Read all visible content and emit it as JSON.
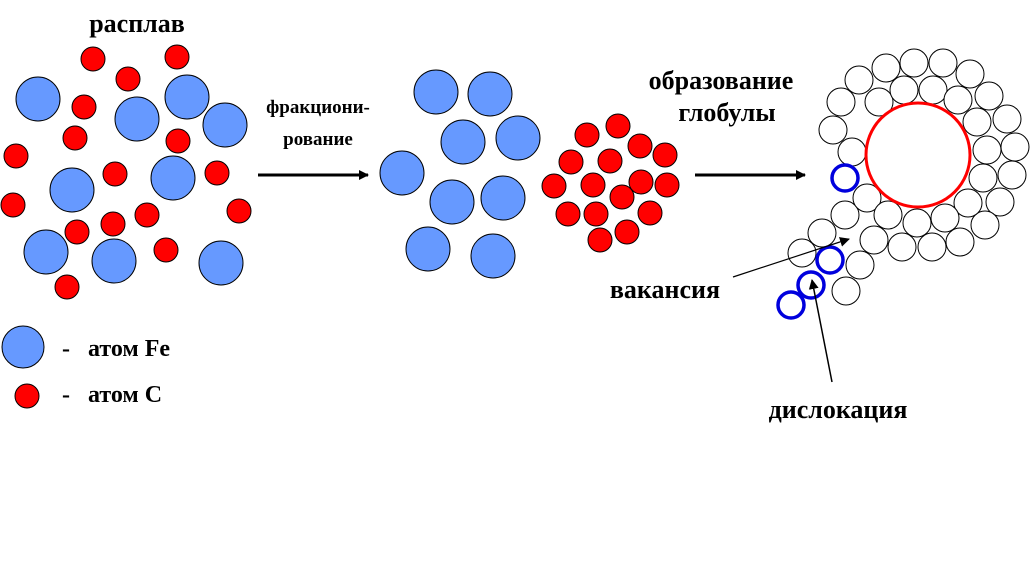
{
  "labels": {
    "melt": "расплав",
    "fractionation_line1": "фракциони-",
    "fractionation_line2": "рование",
    "globule_line1": "образование",
    "globule_line2": "глобулы",
    "vacancy": "вакансия",
    "dislocation": "дислокация"
  },
  "legend": [
    {
      "symbol": "-",
      "label": "атом Fe"
    },
    {
      "symbol": "-",
      "label": "атом C"
    }
  ],
  "colors": {
    "fe_atom": "#6699ff",
    "c_atom": "#ff0000",
    "globule_outline": "#ff0000",
    "defect_outline": "#0000dd"
  }
}
